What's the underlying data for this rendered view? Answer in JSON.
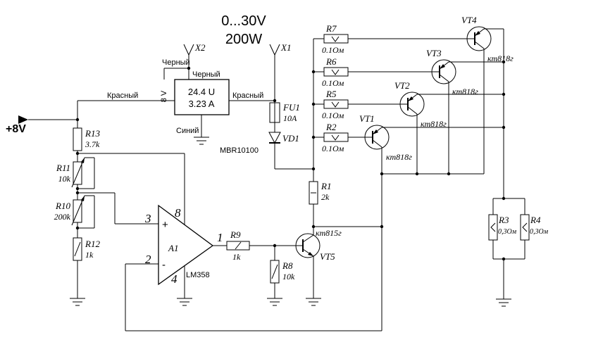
{
  "header": {
    "voltage_range": "0...30V",
    "power": "200W"
  },
  "supply_input": {
    "label": "+8V"
  },
  "meter_module": {
    "display_voltage": "24.4 U",
    "display_current": "3.23 A",
    "wire_labels": {
      "black_top": "Черный",
      "black_side": "Черный",
      "red_left": "Красный",
      "red_right": "Красный",
      "blue": "Синий",
      "supply": "8 V"
    }
  },
  "terminals": {
    "x1": "X1",
    "x2": "X2"
  },
  "protection": {
    "fuse_ref": "FU1",
    "fuse_value": "10A",
    "diode_ref": "VD1",
    "diode_part": "MBR10100"
  },
  "opamp": {
    "ref": "A1",
    "part": "LM358",
    "pins": {
      "noninv": "3",
      "inv": "2",
      "vplus": "8",
      "vminus": "4",
      "out": "1"
    },
    "signs": {
      "plus": "+",
      "minus": "-"
    }
  },
  "resistors": {
    "r13": {
      "ref": "R13",
      "value": "3.7k"
    },
    "r11": {
      "ref": "R11",
      "value": "10k"
    },
    "r10": {
      "ref": "R10",
      "value": "200k"
    },
    "r12": {
      "ref": "R12",
      "value": "1k"
    },
    "r9": {
      "ref": "R9",
      "value": "1k"
    },
    "r8": {
      "ref": "R8",
      "value": "10k"
    },
    "r1": {
      "ref": "R1",
      "value": "2k"
    },
    "r7": {
      "ref": "R7",
      "value": "0.1Ом"
    },
    "r6": {
      "ref": "R6",
      "value": "0.1Ом"
    },
    "r5": {
      "ref": "R5",
      "value": "0.1Ом"
    },
    "r2": {
      "ref": "R2",
      "value": "0.1Ом"
    },
    "r3": {
      "ref": "R3",
      "value": "0,3Ом"
    },
    "r4": {
      "ref": "R4",
      "value": "0,3Ом"
    }
  },
  "transistors": {
    "vt1": {
      "ref": "VT1",
      "part": "кт818г"
    },
    "vt2": {
      "ref": "VT2",
      "part": "кт818г"
    },
    "vt3": {
      "ref": "VT3",
      "part": "кт818г"
    },
    "vt4": {
      "ref": "VT4",
      "part": "кт818г"
    },
    "vt5": {
      "ref": "VT5",
      "part": "кт815г"
    }
  }
}
